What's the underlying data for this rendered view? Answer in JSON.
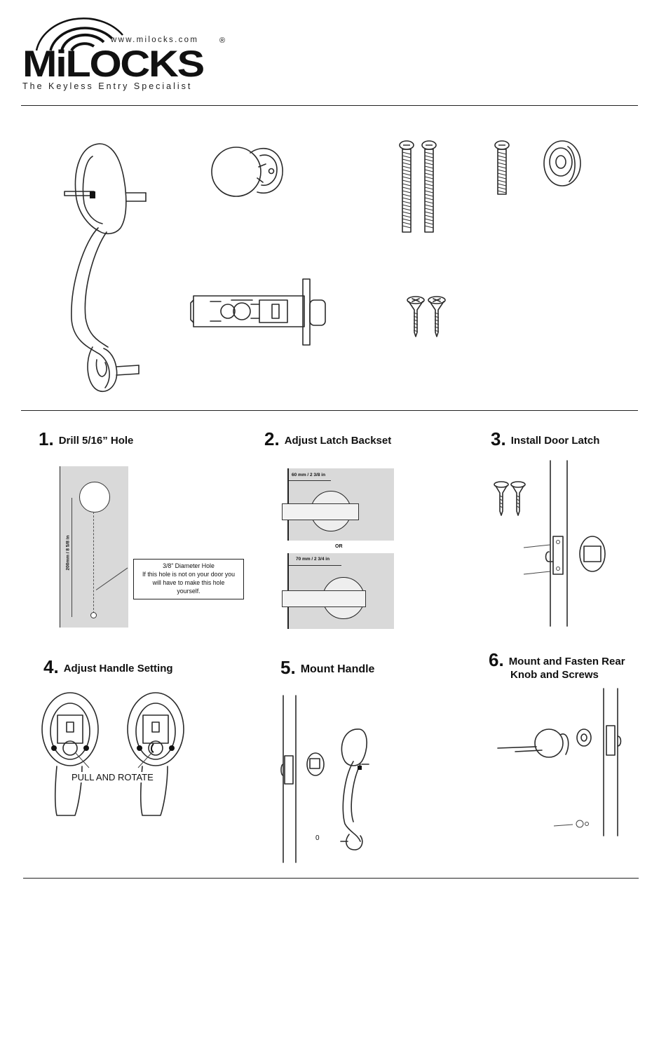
{
  "brand": {
    "name": "MiLOCKS",
    "website": "www.milocks.com",
    "registered_mark": "®",
    "tagline": "The Keyless Entry Specialist"
  },
  "parts": [
    {
      "name": "handle-front"
    },
    {
      "name": "rear-knob"
    },
    {
      "name": "long-screws"
    },
    {
      "name": "short-screw"
    },
    {
      "name": "rosette"
    },
    {
      "name": "latch"
    },
    {
      "name": "wood-screws"
    }
  ],
  "steps": [
    {
      "number": "1.",
      "title": "Drill 5/16” Hole"
    },
    {
      "number": "2.",
      "title": "Adjust Latch Backset"
    },
    {
      "number": "3.",
      "title": "Install Door Latch"
    },
    {
      "number": "4.",
      "title": "Adjust Handle Setting"
    },
    {
      "number": "5.",
      "title": "Mount Handle"
    },
    {
      "number": "6.",
      "title": "Mount and Fasten Rear",
      "title_line2": "Knob and Screws"
    }
  ],
  "step1": {
    "dimension": "200mm / 8 5/8 in",
    "note_lines": [
      "3/8” Diameter Hole",
      "If this hole is not on your door you",
      "will have to make this hole",
      "yourself."
    ]
  },
  "step2": {
    "backset_a": "60 mm / 2 3/8 in",
    "or_label": "OR",
    "backset_b": "70 mm / 2 3/4 in"
  },
  "step4": {
    "instruction": "PULL AND ROTATE"
  },
  "step5": {
    "mark": "0"
  }
}
